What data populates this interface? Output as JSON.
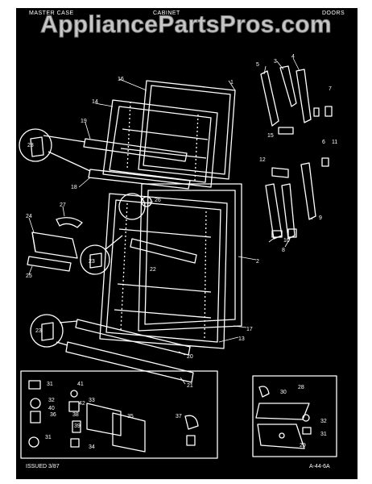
{
  "header": {
    "left": "MASTER CASE",
    "middle": "CABINET",
    "right": "DOORS"
  },
  "watermark": "AppliancePartsPros.com",
  "footer": {
    "issued": "ISSUED 3/87",
    "code": "A-44-6A"
  },
  "callouts": {
    "n1": "1",
    "n2": "2",
    "n3": "3",
    "n4": "4",
    "n5": "5",
    "n6": "6",
    "n7": "7",
    "n8": "8",
    "n9": "9",
    "n10": "10",
    "n11": "11",
    "n12": "12",
    "n13": "13",
    "n14": "14",
    "n15": "15",
    "n16": "16",
    "n17": "17",
    "n18": "18",
    "n19": "19",
    "n20": "20",
    "n21": "21",
    "n22": "22",
    "n23a": "23",
    "n23b": "23",
    "n23c": "23",
    "n24": "24",
    "n25": "25",
    "n26": "26",
    "n27": "27",
    "n28": "28",
    "n29": "29",
    "n30": "30",
    "n31a": "31",
    "n31b": "31",
    "n31c": "31",
    "n32a": "32",
    "n32b": "32",
    "n33": "33",
    "n34": "34",
    "n35": "35",
    "n36": "36",
    "n37": "37",
    "n38": "38",
    "n39": "39",
    "n40": "40",
    "n41": "41",
    "n42": "42"
  }
}
